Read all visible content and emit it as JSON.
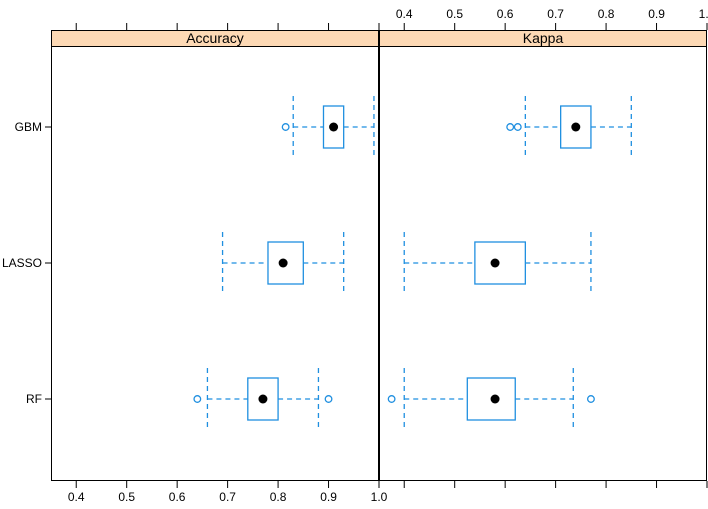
{
  "chart_data": {
    "type": "box",
    "categories": [
      "GBM",
      "LASSO",
      "RF"
    ],
    "xlim": [
      0.35,
      1.0
    ],
    "ticks": [
      0.4,
      0.5,
      0.6,
      0.7,
      0.8,
      0.9,
      1.0
    ],
    "tick_labels": [
      "0.4",
      "0.5",
      "0.6",
      "0.7",
      "0.8",
      "0.9",
      "1.0"
    ],
    "panels": [
      {
        "title": "Accuracy",
        "series": [
          {
            "name": "GBM",
            "min": 0.83,
            "q1": 0.89,
            "median": 0.91,
            "q3": 0.93,
            "max": 0.99,
            "outliers": [
              0.815
            ]
          },
          {
            "name": "LASSO",
            "min": 0.69,
            "q1": 0.78,
            "median": 0.81,
            "q3": 0.85,
            "max": 0.93,
            "outliers": []
          },
          {
            "name": "RF",
            "min": 0.66,
            "q1": 0.74,
            "median": 0.77,
            "q3": 0.8,
            "max": 0.88,
            "outliers": [
              0.64,
              0.9
            ]
          }
        ]
      },
      {
        "title": "Kappa",
        "series": [
          {
            "name": "GBM",
            "min": 0.64,
            "q1": 0.71,
            "median": 0.74,
            "q3": 0.77,
            "max": 0.85,
            "outliers": [
              0.61,
              0.625
            ]
          },
          {
            "name": "LASSO",
            "min": 0.4,
            "q1": 0.54,
            "median": 0.58,
            "q3": 0.64,
            "max": 0.77,
            "outliers": []
          },
          {
            "name": "RF",
            "min": 0.4,
            "q1": 0.525,
            "median": 0.58,
            "q3": 0.62,
            "max": 0.735,
            "outliers": [
              0.375,
              0.77
            ]
          }
        ]
      }
    ],
    "colors": {
      "box": "#1f8fe0",
      "strip": "#fdd9b5",
      "median": "#000000"
    }
  }
}
